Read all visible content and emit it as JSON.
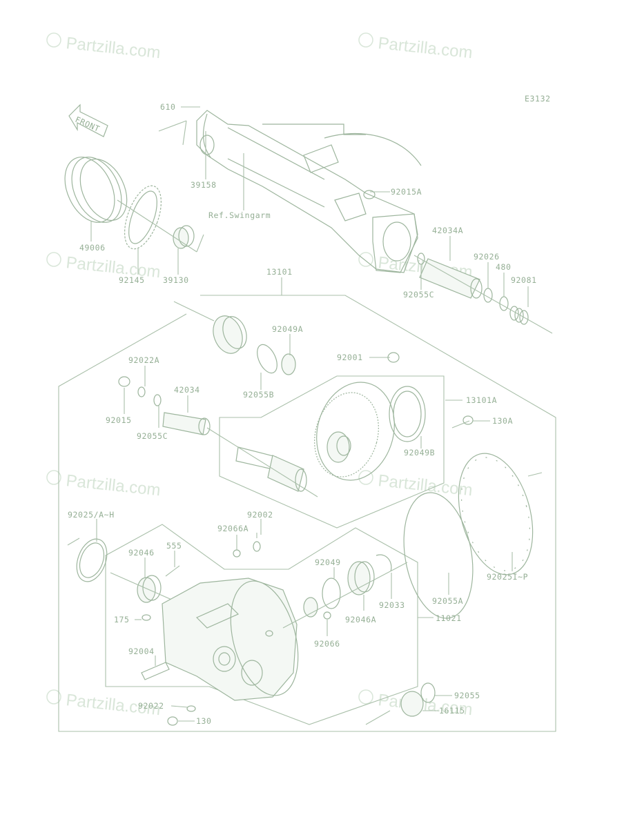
{
  "diagram_code": "E3132",
  "front_label": "FRONT",
  "ref_note": "Ref.Swingarm",
  "watermark": "Partzilla.com",
  "watermark_symbol": "©",
  "parts": [
    "610",
    "39158",
    "92015A",
    "49006",
    "92145",
    "39130",
    "42034A",
    "92026",
    "480",
    "92081",
    "92055C",
    "13101",
    "92049A",
    "92001",
    "92022A",
    "42034",
    "92015",
    "92055B",
    "92055C",
    "13101A",
    "130A",
    "92049B",
    "92025/A~H",
    "92002",
    "92066A",
    "92046",
    "555",
    "92049",
    "175",
    "92033",
    "92046A",
    "92066",
    "11021",
    "92004",
    "92055A",
    "92025I~P",
    "92022",
    "130",
    "92055",
    "16115"
  ]
}
